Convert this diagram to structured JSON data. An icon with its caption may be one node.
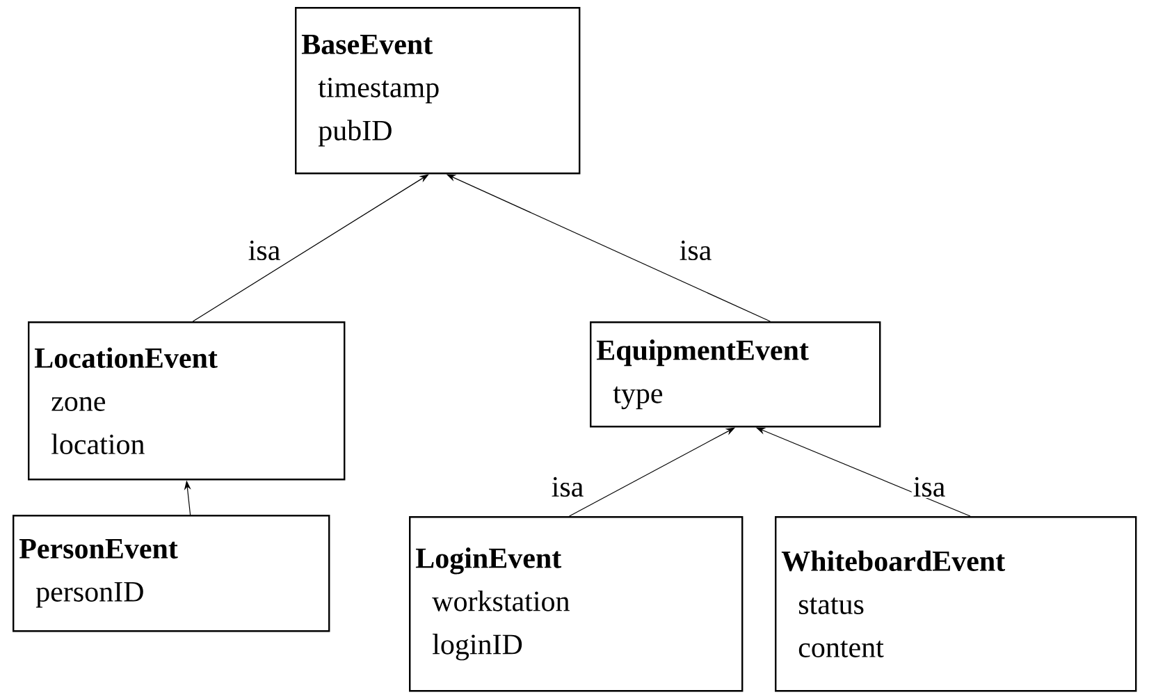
{
  "diagram": {
    "nodes": [
      {
        "text": [
          "BaseEvent",
          "timestamp",
          "pubID"
        ]
      },
      {
        "text": [
          "LocationEvent",
          "zone",
          "location"
        ]
      },
      {
        "text": [
          "EquipmentEvent",
          "type"
        ]
      },
      {
        "text": [
          "PersonEvent",
          "personID"
        ]
      },
      {
        "text": [
          "LoginEvent",
          "workstation",
          "loginID"
        ]
      },
      {
        "text": [
          "WhiteboardEvent",
          "status",
          "content"
        ]
      }
    ],
    "edges": [
      {
        "from": 1,
        "to": 0,
        "arrow": "to",
        "label": "isa"
      },
      {
        "from": 2,
        "to": 0,
        "arrow": "to",
        "label": "isa"
      },
      {
        "from": 3,
        "to": 1,
        "arrow": "to"
      },
      {
        "from": 4,
        "to": 2,
        "arrow": "to",
        "label": "isa"
      },
      {
        "from": 5,
        "to": 2,
        "arrow": "to",
        "label": "isa"
      }
    ]
  }
}
